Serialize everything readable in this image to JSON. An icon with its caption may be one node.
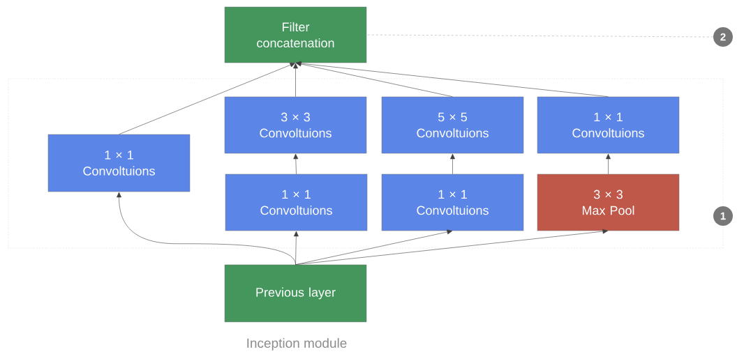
{
  "diagram": {
    "caption": "Inception module",
    "nodes": [
      {
        "text": [
          "Filter concatenation"
        ]
      },
      {
        "text": [],
        "shape": "box"
      },
      {
        "text": [
          "1 × 1 Convoltuions"
        ],
        "in": 1
      },
      {
        "text": [
          "3 × 3 Convoltuions"
        ],
        "in": 1
      },
      {
        "text": [
          "5 × 5 Convoltuions"
        ],
        "in": 1
      },
      {
        "text": [
          "1 × 1 Convoltuions"
        ],
        "in": 1
      },
      {
        "text": [
          "1 × 1 Convoltuions"
        ],
        "in": 1
      },
      {
        "text": [
          "1 × 1 Convoltuions"
        ],
        "in": 1
      },
      {
        "text": [
          "3 × 3 Max Pool"
        ],
        "in": 1
      },
      {
        "text": [
          "Previous layer"
        ]
      },
      {
        "text": [
          "2"
        ]
      },
      {
        "text": [
          "1"
        ]
      }
    ],
    "edges": [
      {
        "from": 2,
        "to": 0,
        "arrow": "to"
      },
      {
        "from": 3,
        "to": 0,
        "arrow": "to"
      },
      {
        "from": 4,
        "to": 0,
        "arrow": "to"
      },
      {
        "from": 5,
        "to": 0,
        "arrow": "to"
      },
      {
        "from": 6,
        "to": 3,
        "arrow": "to"
      },
      {
        "from": 7,
        "to": 4,
        "arrow": "to"
      },
      {
        "from": 8,
        "to": 5,
        "arrow": "to"
      },
      {
        "from": 9,
        "to": 2,
        "arrow": "to"
      },
      {
        "from": 9,
        "to": 6,
        "arrow": "to"
      },
      {
        "from": 9,
        "to": 7,
        "arrow": "to"
      },
      {
        "from": 9,
        "to": 8,
        "arrow": "to"
      },
      {
        "from": 10,
        "to": 0,
        "arrow": "none",
        "style": "dashed",
        "color": "#aaaaaa"
      }
    ]
  }
}
